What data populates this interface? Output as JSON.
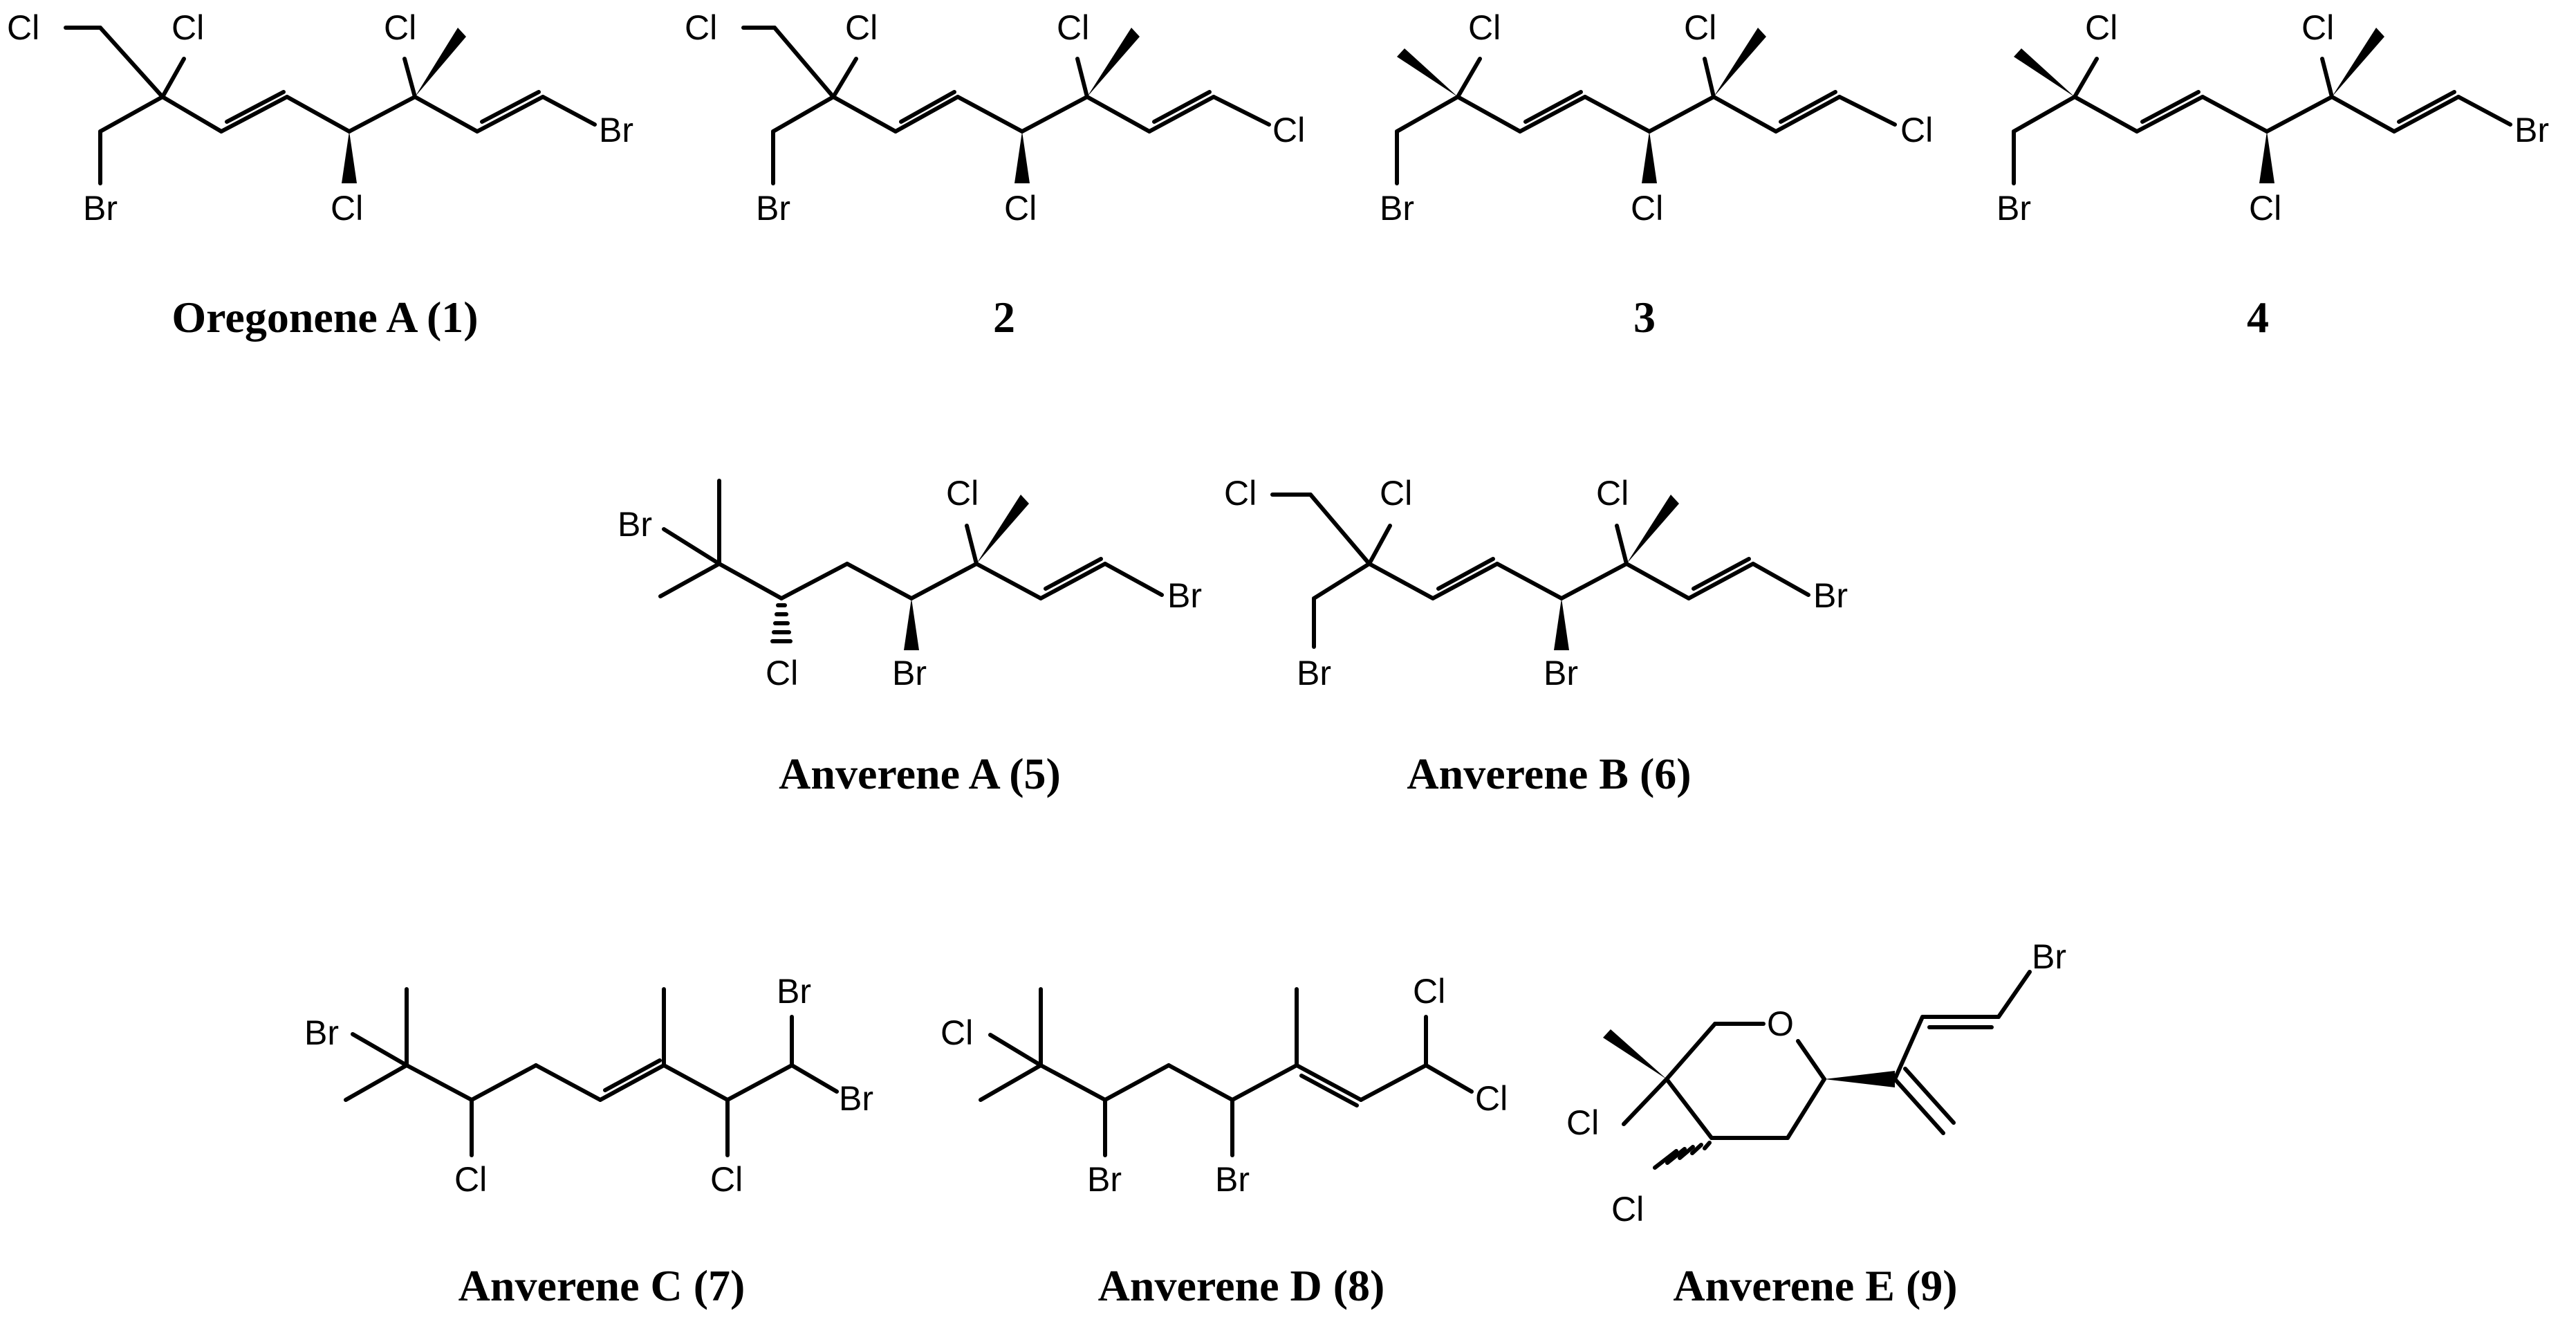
{
  "compounds": [
    {
      "id": "c1",
      "caption": "Oregonene A (1)",
      "labels": [
        "Cl",
        "Cl",
        "Cl",
        "Br",
        "Cl",
        "Br"
      ]
    },
    {
      "id": "c2",
      "caption": "2",
      "labels": [
        "Cl",
        "Cl",
        "Cl",
        "Br",
        "Cl",
        "Cl"
      ]
    },
    {
      "id": "c3",
      "caption": "3",
      "labels": [
        "Cl",
        "Cl",
        "Br",
        "Cl",
        "Cl"
      ]
    },
    {
      "id": "c4",
      "caption": "4",
      "labels": [
        "Cl",
        "Cl",
        "Br",
        "Cl",
        "Br"
      ]
    },
    {
      "id": "c5",
      "caption": "Anverene A (5)",
      "labels": [
        "Br",
        "Cl",
        "Cl",
        "Br",
        "Br"
      ]
    },
    {
      "id": "c6",
      "caption": "Anverene B (6)",
      "labels": [
        "Cl",
        "Cl",
        "Cl",
        "Br",
        "Br",
        "Br"
      ]
    },
    {
      "id": "c7",
      "caption": "Anverene C (7)",
      "labels": [
        "Br",
        "Cl",
        "Br",
        "Br",
        "Cl"
      ]
    },
    {
      "id": "c8",
      "caption": "Anverene D (8)",
      "labels": [
        "Cl",
        "Br",
        "Br",
        "Cl",
        "Cl"
      ]
    },
    {
      "id": "c9",
      "caption": "Anverene E (9)",
      "labels": [
        "O",
        "Br",
        "Cl",
        "Cl"
      ]
    }
  ]
}
